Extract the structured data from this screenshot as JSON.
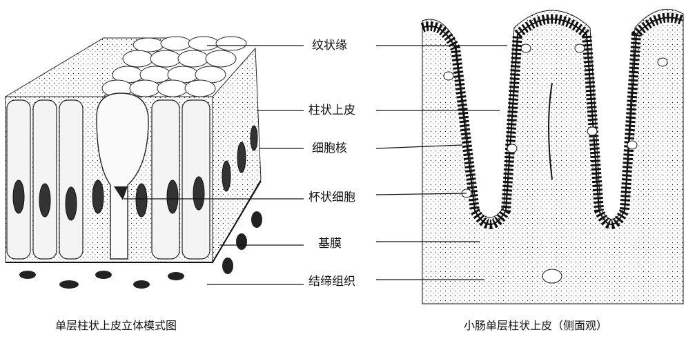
{
  "labels": {
    "brush_border": "纹状缘",
    "columnar_epithelium": "柱状上皮",
    "nucleus": "细胞核",
    "goblet_cell": "杯状细胞",
    "basement_membrane": "基膜",
    "connective_tissue": "结缔组织"
  },
  "captions": {
    "left": "单层柱状上皮立体模式图",
    "right": "小肠单层柱状上皮（侧面观）"
  }
}
